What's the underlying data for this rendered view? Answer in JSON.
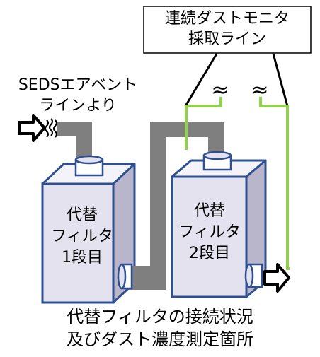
{
  "monitor_box": {
    "line1": "連続ダストモニタ",
    "line2": "採取ライン"
  },
  "source": {
    "line1": "SEDSエアベント",
    "line2": "ラインより"
  },
  "filter1": {
    "line1": "代替",
    "line2": "フィルタ",
    "line3": "1段目"
  },
  "filter2": {
    "line1": "代替",
    "line2": "フィルタ",
    "line3": "2段目"
  },
  "caption": {
    "line1": "代替フィルタの接続状況",
    "line2": "及びダスト濃度測定箇所"
  },
  "break_symbol": "≈",
  "colors": {
    "filter_face": "#e4e2ee",
    "filter_top": "#f4f3f9",
    "filter_side": "#b9b6cc",
    "filter_outline": "#2f5090",
    "pipe": "#7f7f7f",
    "sampling_line": "#92d050"
  }
}
